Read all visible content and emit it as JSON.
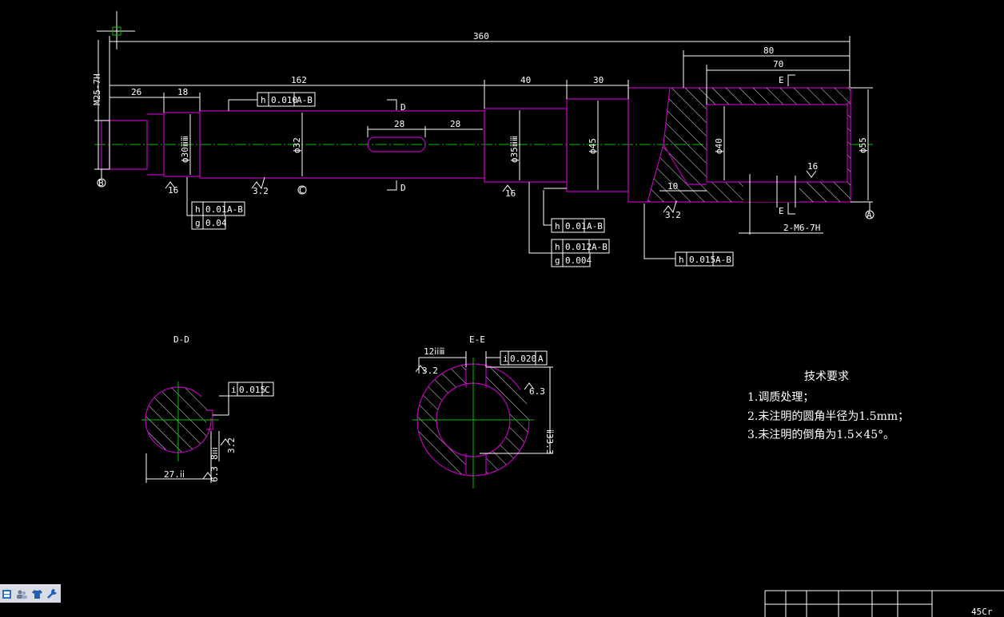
{
  "drawing": {
    "dims": {
      "overall": "360",
      "d80": "80",
      "d70": "70",
      "d26": "26",
      "d18": "18",
      "d162": "162",
      "d40": "40",
      "d30": "30",
      "key28a": "28",
      "key28b": "28",
      "d10": "10",
      "thread": "M25-7H",
      "holes": "2-M6-7H"
    },
    "diameters": {
      "phi30": "ϕ30ⅲⅲ",
      "phi32": "ϕ32",
      "phi35": "ϕ35ⅲⅲ",
      "phi45": "ϕ45",
      "phi40": "ϕ40",
      "phi55": "ϕ55"
    },
    "datums": {
      "a": "A",
      "b": "B",
      "c": "C"
    },
    "sections": {
      "d": "D",
      "e": "E"
    },
    "roughness": {
      "r16": "16",
      "r32": "3.2",
      "r63": "6.3"
    },
    "tolerances": {
      "ft1": [
        "h",
        "0.010",
        "A-B"
      ],
      "ft2a": [
        "h",
        "0.01",
        "A-B"
      ],
      "ft2b": [
        "g",
        "0.04"
      ],
      "ft3": [
        "h",
        "0.01",
        "A-B"
      ],
      "ft4a": [
        "h",
        "0.012",
        "A-B"
      ],
      "ft4b": [
        "g",
        "0.004"
      ],
      "ft5": [
        "h",
        "0.015",
        "A-B"
      ],
      "ftDD": [
        "i",
        "0.015",
        "C"
      ],
      "ftEE": [
        "i",
        "0.020",
        "A"
      ]
    },
    "section_views": {
      "dd_title": "D-D",
      "ee_title": "E-E",
      "dd_w": "27.ⅰⅰ",
      "dd_k": "8ⅰⅰⅰ",
      "ee_w": "12ⅰⅰⅲ",
      "ee_d": "ⅱ33.3"
    },
    "notes": {
      "title": "技术要求",
      "line1": "1.调质处理；",
      "line2": "2.未注明的圆角半径为1.5mm；",
      "line3": "3.未注明的倒角为1.5×45°。"
    },
    "material": "45Cr"
  },
  "toolbar": {
    "icons": [
      "layer-icon",
      "users-icon",
      "shirt-icon",
      "wrench-icon"
    ]
  },
  "colors": {
    "background": "#000000",
    "outline": "#c000c0",
    "centerline": "#00c000",
    "dimension": "#ffffff"
  }
}
